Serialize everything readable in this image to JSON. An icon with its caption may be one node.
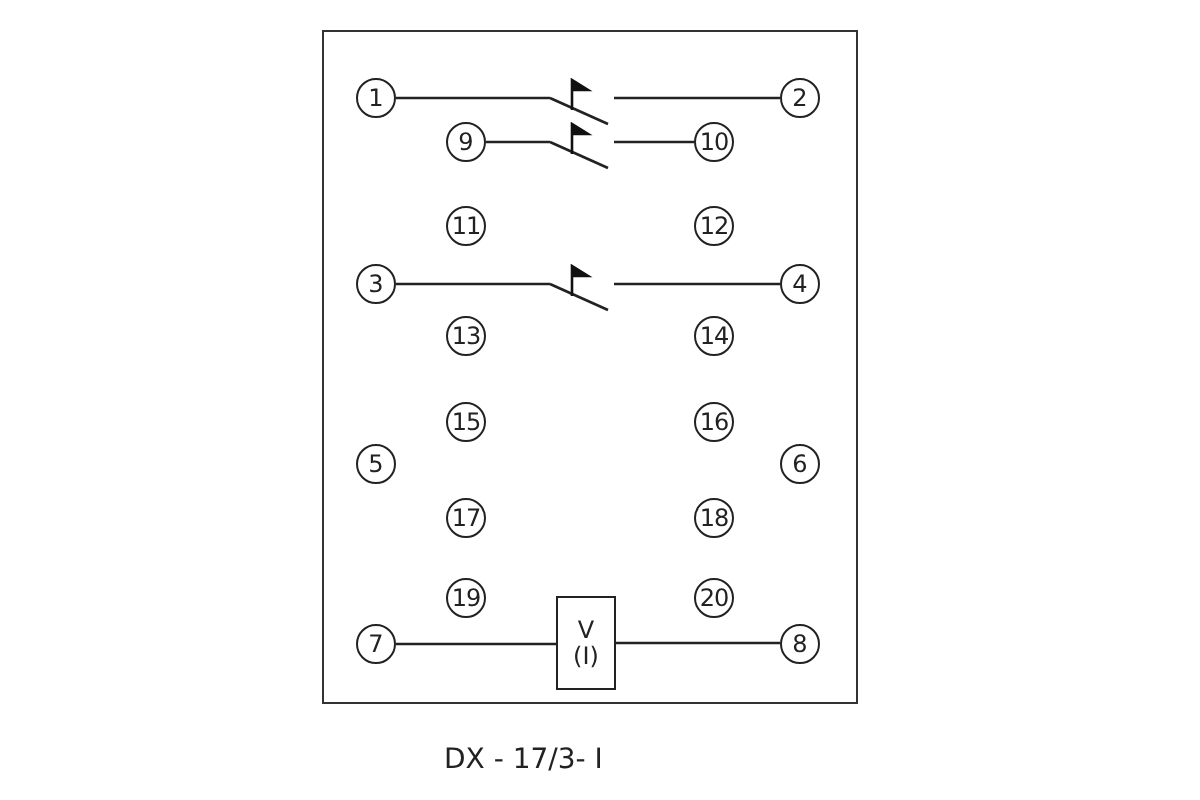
{
  "diagram": {
    "caption": "DX - 17/3- I",
    "nodes": [
      {
        "text": [
          "1"
        ]
      },
      {
        "text": [
          "2"
        ]
      },
      {
        "text": [
          "9"
        ]
      },
      {
        "text": [
          "10"
        ]
      },
      {
        "text": [
          "11"
        ]
      },
      {
        "text": [
          "12"
        ]
      },
      {
        "text": [
          "3"
        ]
      },
      {
        "text": [
          "4"
        ]
      },
      {
        "text": [
          "13"
        ]
      },
      {
        "text": [
          "14"
        ]
      },
      {
        "text": [
          "15"
        ]
      },
      {
        "text": [
          "16"
        ]
      },
      {
        "text": [
          "5"
        ]
      },
      {
        "text": [
          "6"
        ]
      },
      {
        "text": [
          "17"
        ]
      },
      {
        "text": [
          "18"
        ]
      },
      {
        "text": [
          "19"
        ]
      },
      {
        "text": [
          "20"
        ]
      },
      {
        "text": [
          "7"
        ]
      },
      {
        "text": [
          "8"
        ]
      },
      {
        "text": [
          "V",
          "(I)"
        ]
      },
      {
        "text": [],
        "shape": "switch"
      },
      {
        "text": [],
        "shape": "switch"
      },
      {
        "text": [],
        "shape": "switch"
      }
    ],
    "edges": [
      {
        "from": 0,
        "to": 21,
        "arrow": "none"
      },
      {
        "from": 21,
        "to": 1,
        "arrow": "none"
      },
      {
        "from": 2,
        "to": 22,
        "arrow": "none"
      },
      {
        "from": 22,
        "to": 3,
        "arrow": "none"
      },
      {
        "from": 6,
        "to": 23,
        "arrow": "none"
      },
      {
        "from": 23,
        "to": 7,
        "arrow": "none"
      },
      {
        "from": 18,
        "to": 20,
        "arrow": "none"
      },
      {
        "from": 20,
        "to": 19,
        "arrow": "none"
      }
    ]
  }
}
